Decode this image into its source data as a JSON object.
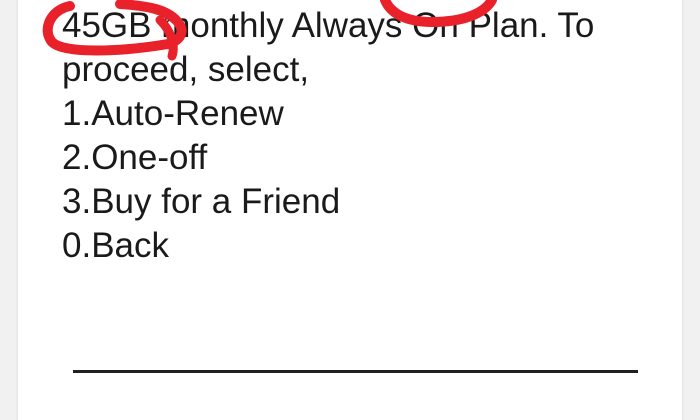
{
  "dialog": {
    "message_lines": [
      "45GB monthly Always On Plan. To",
      "proceed, select,"
    ],
    "options": [
      "1.Auto-Renew",
      "2.One-off",
      "3.Buy for a Friend",
      "0.Back"
    ],
    "reply_value": ""
  },
  "colors": {
    "text": "#1a1a1a",
    "annotation": "#e8212a",
    "background": "#ffffff"
  }
}
